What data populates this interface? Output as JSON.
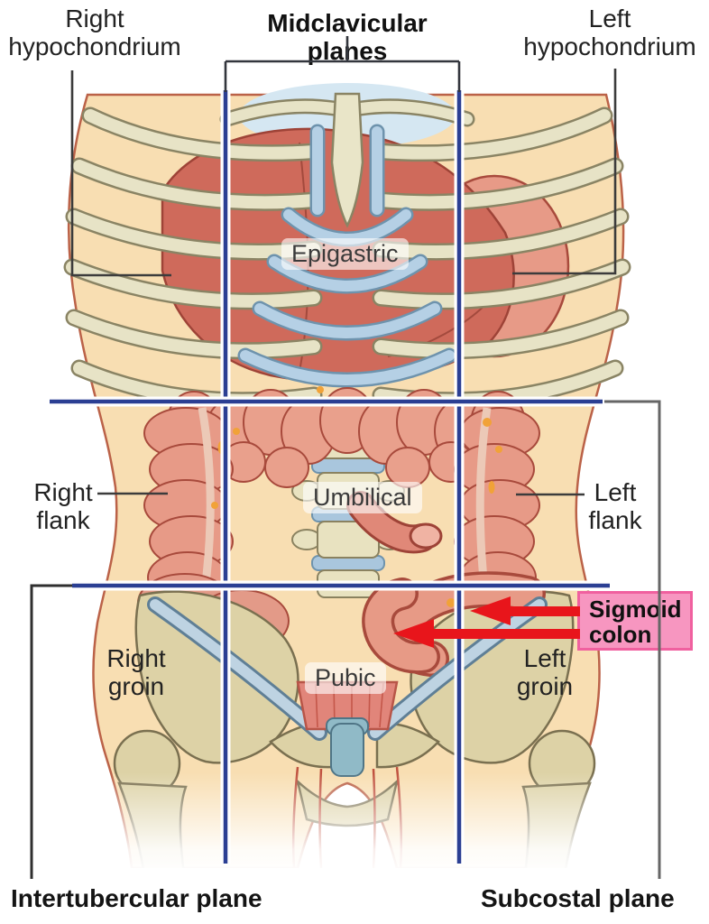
{
  "diagram_type": "abdominal-regions-anatomy",
  "planes": {
    "midclavicular": "Midclavicular planes",
    "intertubercular": "Intertubercular plane",
    "subcostal": "Subcostal plane"
  },
  "regions": {
    "right_hypochondrium": "Right\nhypochondrium",
    "epigastric": "Epigastric",
    "left_hypochondrium": "Left\nhypochondrium",
    "right_flank": "Right\nflank",
    "umbilical": "Umbilical",
    "left_flank": "Left\nflank",
    "right_groin": "Right\ngroin",
    "pubic": "Pubic",
    "left_groin": "Left\ngroin"
  },
  "callouts": {
    "sigmoid_colon": "Sigmoid\ncolon"
  },
  "colors": {
    "plane_line": "#2b3f93",
    "leader_line": "#3c3c3c",
    "bracket_gray": "#666666",
    "arrow_red": "#e8151b",
    "callout_bg": "#f796c0",
    "callout_border": "#f0609f",
    "skin": "#f8deb2",
    "bone": "#e7e3c6",
    "cartilage": "#b5d0e5",
    "liver": "#cf6a5b",
    "intestine": "#e79a87",
    "ligament": "#bed3e2",
    "label_text": "#222222"
  }
}
